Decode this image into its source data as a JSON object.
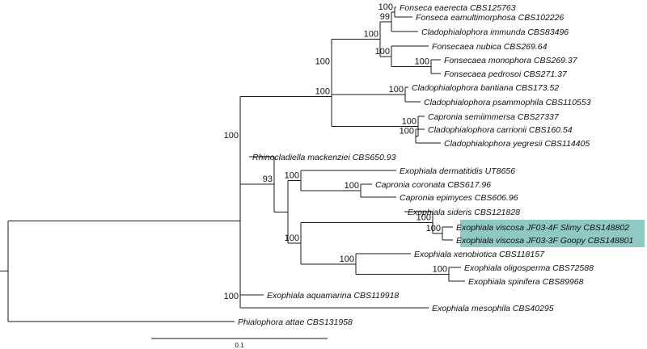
{
  "taxa": [
    "Fonseca eaerecta CBS125763",
    "Fonseca eamultimorphosa CBS102226",
    "Cladophialophora immunda CBS83496",
    "Fonsecaea nubica CBS269.64",
    "Fonsecaea monophora CBS269.37",
    "Fonsecaea pedrosoi CBS271.37",
    "Cladophialophora bantiana CBS173.52",
    "Cladophialophora psammophila CBS110553",
    "Capronia semiimmersa CBS27337",
    "Cladophialophora carrionii CBS160.54",
    "Cladophialophora yegresii CBS114405",
    "Rhinocladiella mackenziei CBS650.93",
    "Exophiala dermatitidis UT8656",
    "Capronia coronata CBS617.96",
    "Capronia epimyces CBS606.96",
    "Exophiala sideris CBS121828",
    "Exophiala viscosa JF03-4F Slimy CBS148802",
    "Exophiala viscosa JF03-3F Goopy CBS148801",
    "Exophiala xenobiotica CBS118157",
    "Exophiala oligosperma CBS72588",
    "Exophiala spinifera CBS89968",
    "Exophiala aquamarina CBS119918",
    "Exophiala mesophila CBS40295",
    "Phialophora attae CBS131958"
  ],
  "highlight_color": "#8ec9c4",
  "highlighted_taxa": [
    16,
    17
  ],
  "support_values": [
    "100",
    "99",
    "100",
    "100",
    "100",
    "100",
    "100",
    "100",
    "100",
    "100",
    "93",
    "100",
    "100",
    "100",
    "100",
    "100",
    "100",
    "100",
    "100",
    "100"
  ],
  "scale_bar": {
    "label": "0.1"
  }
}
